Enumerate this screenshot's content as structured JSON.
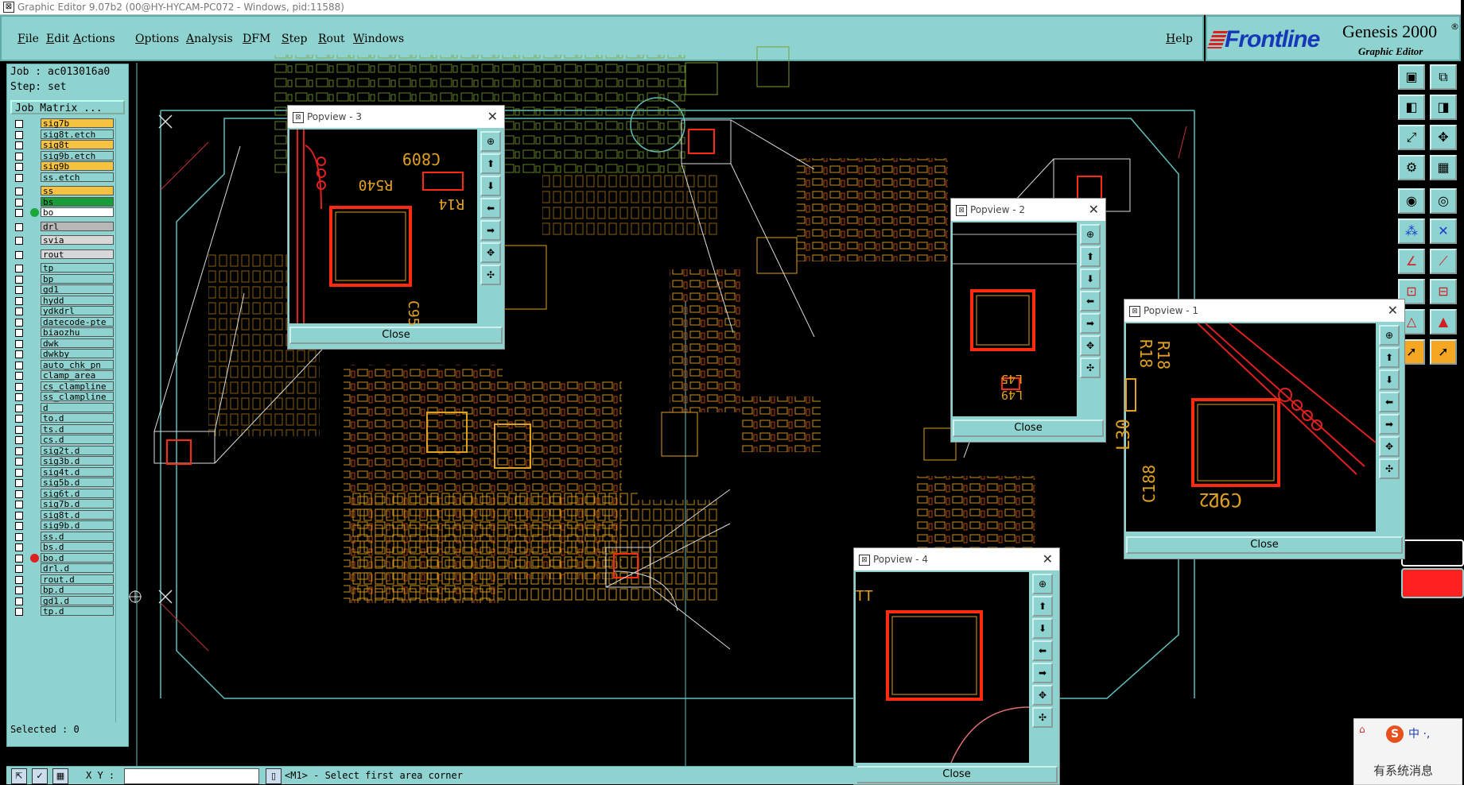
{
  "window": {
    "title": "Graphic Editor 9.07b2 (00@HY-HYCAM-PC072 - Windows, pid:11588)"
  },
  "menu": {
    "items": [
      "File",
      "Edit",
      "Actions",
      "Options",
      "Analysis",
      "DFM",
      "Step",
      "Rout",
      "Windows"
    ],
    "help": "Help"
  },
  "brand": {
    "logo": "Frontline",
    "product": "Genesis 2000",
    "product_suffix": "®",
    "subtitle": "Graphic Editor"
  },
  "panel": {
    "job": "Job : ac013016a0",
    "step": "Step: set",
    "job_matrix": "Job Matrix ...",
    "selected": "Selected : 0"
  },
  "layers": [
    {
      "name": "sig7b",
      "bg": "#f5c242"
    },
    {
      "name": "sig8t.etch",
      "bg": "#8fd3d0"
    },
    {
      "name": "sig8t",
      "bg": "#f5c242"
    },
    {
      "name": "sig9b.etch",
      "bg": "#8fd3d0"
    },
    {
      "name": "sig9b",
      "bg": "#f5c242"
    },
    {
      "name": "ss.etch",
      "bg": "#8fd3d0"
    },
    {
      "name": "ss",
      "bg": "#f5c242"
    },
    {
      "name": "bs",
      "bg": "#1a9c3a",
      "dot": ""
    },
    {
      "name": "bo",
      "bg": "#ffffff",
      "dot": "#1aa83a"
    },
    {
      "name": "drl",
      "bg": "#b8b8b8"
    },
    {
      "name": "svia",
      "bg": "#d8d8d8"
    },
    {
      "name": "rout",
      "bg": "#d8d8d8"
    },
    {
      "name": "tp",
      "bg": "#8fd3d0"
    },
    {
      "name": "bp",
      "bg": "#8fd3d0"
    },
    {
      "name": "gd1",
      "bg": "#8fd3d0"
    },
    {
      "name": "hydd",
      "bg": "#8fd3d0"
    },
    {
      "name": "ydkdrl",
      "bg": "#8fd3d0"
    },
    {
      "name": "datecode-pte",
      "bg": "#8fd3d0"
    },
    {
      "name": "biaozhu",
      "bg": "#8fd3d0"
    },
    {
      "name": "dwk",
      "bg": "#8fd3d0"
    },
    {
      "name": "dwkby",
      "bg": "#8fd3d0"
    },
    {
      "name": "auto_chk_pn",
      "bg": "#8fd3d0"
    },
    {
      "name": "clamp_area",
      "bg": "#8fd3d0"
    },
    {
      "name": "cs_clampline",
      "bg": "#8fd3d0"
    },
    {
      "name": "ss_clampline",
      "bg": "#8fd3d0"
    },
    {
      "name": "d",
      "bg": "#8fd3d0"
    },
    {
      "name": "to.d",
      "bg": "#8fd3d0"
    },
    {
      "name": "ts.d",
      "bg": "#8fd3d0"
    },
    {
      "name": "cs.d",
      "bg": "#8fd3d0"
    },
    {
      "name": "sig2t.d",
      "bg": "#8fd3d0"
    },
    {
      "name": "sig3b.d",
      "bg": "#8fd3d0"
    },
    {
      "name": "sig4t.d",
      "bg": "#8fd3d0"
    },
    {
      "name": "sig5b.d",
      "bg": "#8fd3d0"
    },
    {
      "name": "sig6t.d",
      "bg": "#8fd3d0"
    },
    {
      "name": "sig7b.d",
      "bg": "#8fd3d0"
    },
    {
      "name": "sig8t.d",
      "bg": "#8fd3d0"
    },
    {
      "name": "sig9b.d",
      "bg": "#8fd3d0"
    },
    {
      "name": "ss.d",
      "bg": "#8fd3d0"
    },
    {
      "name": "bs.d",
      "bg": "#8fd3d0"
    },
    {
      "name": "bo.d",
      "bg": "#8fd3d0",
      "dot": "#e02020"
    },
    {
      "name": "drl.d",
      "bg": "#8fd3d0"
    },
    {
      "name": "rout.d",
      "bg": "#8fd3d0"
    },
    {
      "name": "bp.d",
      "bg": "#8fd3d0"
    },
    {
      "name": "gd1.d",
      "bg": "#8fd3d0"
    },
    {
      "name": "tp.d",
      "bg": "#8fd3d0"
    }
  ],
  "popviews": [
    {
      "title": "Popview - 3",
      "close": "Close",
      "labels": [
        "C809",
        "R540",
        "R14",
        "C95"
      ]
    },
    {
      "title": "Popview - 2",
      "close": "Close",
      "labels": [
        "L45",
        "L49"
      ]
    },
    {
      "title": "Popview - 1",
      "close": "Close",
      "labels": [
        "R18",
        "R18",
        "L30",
        "C92",
        "C188",
        "L2"
      ]
    },
    {
      "title": "Popview - 4",
      "close": "Close",
      "labels": [
        "TT"
      ]
    }
  ],
  "status": {
    "coords_label": "X Y :",
    "prompt": "<M1> - Select first area corner"
  },
  "ime": {
    "logo": "S",
    "mode": "中 ·,",
    "message": "有系统消息"
  },
  "colors": {
    "panel": "#8fd3d0",
    "trace": "#e0a020",
    "pad": "#ff2a10",
    "outline": "#5fbfbf"
  }
}
